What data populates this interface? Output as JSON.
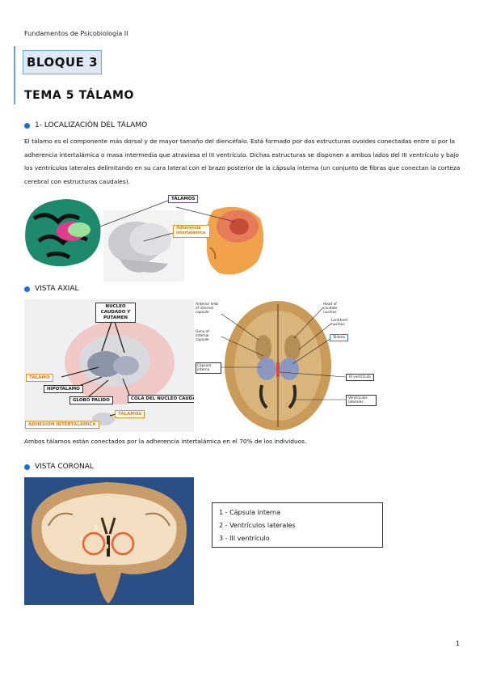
{
  "running_head": "Fundamentos de Psicobiología II",
  "bloque": "BLOQUE 3",
  "tema": "TEMA 5 TÁLAMO",
  "section1": {
    "heading": "1- LOCALIZACIÓN DEL TÁLAMO",
    "paragraph": "El tálamo es el componente más dorsal y de mayor tamaño del diencéfalo. Está formado por dos estructuras ovoides conectadas entre sí por la adherencia intertalámica o masa intermedia que atraviesa el III ventrículo. Dichas estructuras se disponen a ambos lados del III ventrículo y bajo los ventrículos laterales delimitando en su cara lateral con el brazo posterior de la cápsula interna (un conjunto de fibras que conectan la corteza cerebral con estructuras caudales).",
    "figure_labels": {
      "talamos": "TÁLAMOS",
      "adherencia": "Adherencia intertalámica"
    }
  },
  "section2": {
    "heading": "VISTA AXIAL",
    "left_labels": {
      "nucleo_caudado": "NUCLEO CAUDADO Y PUTAMEN",
      "talamo": "TÁLAMO",
      "hipotalamo": "HIPOTALAMO",
      "globo_palido": "GLOBO PALIDO",
      "cola_nucleo": "COLA DEL NUCLEO CAUDADO",
      "talamos": "TÁLAMOS",
      "adhesion": "ADHESION INTERTALAMICA"
    },
    "right_labels": {
      "anterior_limb": "Anterior limb of internal capsule",
      "genu": "Genu of internal capsule",
      "capsula": "Cápsula interna",
      "head_caudate": "Head of caudate nucleus",
      "lentiform": "Lentiform nucleus",
      "talamo": "Tálamo",
      "iii_ventriculo": "III ventrículo",
      "ventriculos_laterales": "Ventrículos laterales"
    },
    "caption": "Ambos tálamos están conectados por la adherencia intertalámica en el 70% de los individuos."
  },
  "section3": {
    "heading": "VISTA CORONAL",
    "figure_numbers": [
      "1",
      "2",
      "3"
    ],
    "legend": [
      "1 - Cápsula interna",
      "2 - Ventrículos laterales",
      "3 - III ventrículo"
    ]
  },
  "page_number": "1",
  "colors": {
    "accent_blue": "#1f6fd1",
    "bloque_border": "#6aa6d8",
    "bloque_fill": "#dfe9f6",
    "label_orange": "#e6902a"
  }
}
